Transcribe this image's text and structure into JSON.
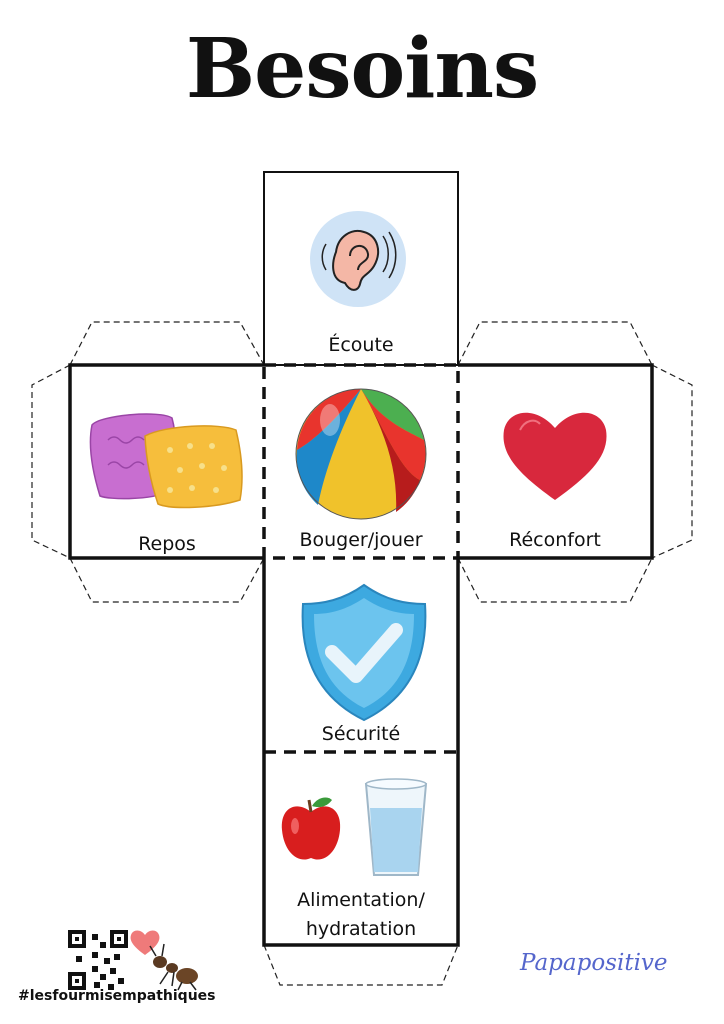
{
  "title": "Besoins",
  "faces": {
    "top": "Écoute",
    "left": "Repos",
    "center": "Bouger/jouer",
    "right": "Réconfort",
    "middle": "Sécurité",
    "bottom_line1": "Alimentation/",
    "bottom_line2": "hydratation"
  },
  "icons": {
    "top": "ear-icon",
    "left": "pillows-icon",
    "center": "beach-ball-icon",
    "right": "heart-icon",
    "middle": "shield-check-icon",
    "bottom": [
      "apple-icon",
      "water-glass-icon"
    ]
  },
  "footer": {
    "hashtag": "#lesfourmisempathiques",
    "brand": "Papapositive"
  },
  "colors": {
    "heart": "#d8283d",
    "shield": "#3da9e0",
    "apple": "#d81e1e",
    "ear_bg": "#cfe3f6"
  }
}
